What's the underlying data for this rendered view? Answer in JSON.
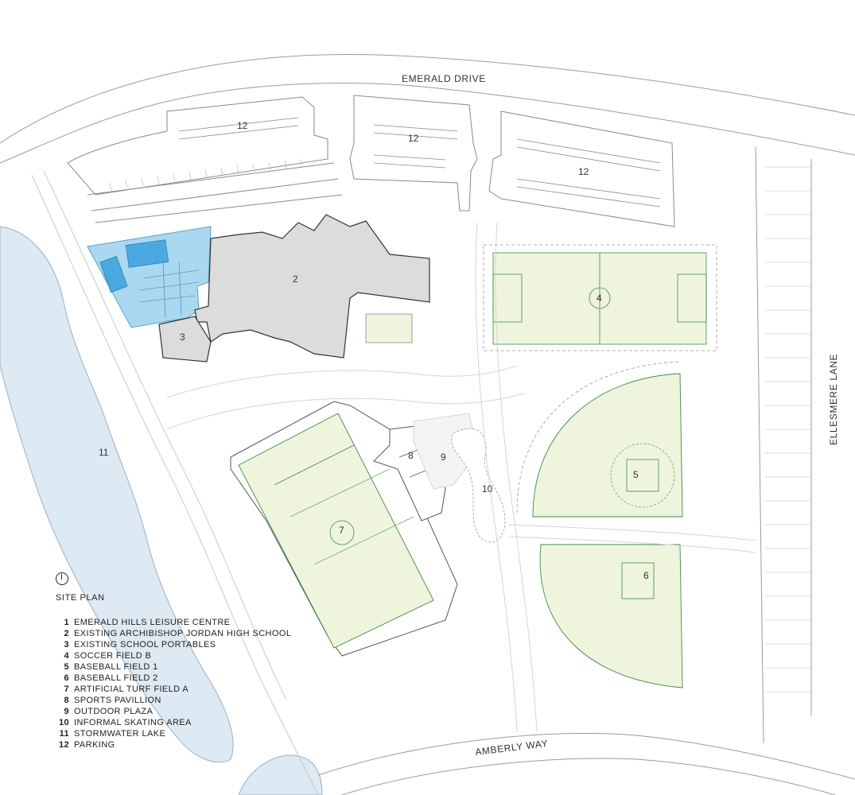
{
  "roads": {
    "north": "EMERALD DRIVE",
    "south": "AMBERLY WAY",
    "east": "ELLESMERE LANE"
  },
  "map_labels": {
    "parking_a": "12",
    "parking_b": "12",
    "parking_c": "12",
    "school": "2",
    "portables": "3",
    "soccer_b": "4",
    "baseball_1": "5",
    "baseball_2": "6",
    "turf_a": "7",
    "pavilion": "8",
    "plaza": "9",
    "skating": "10",
    "lake": "11"
  },
  "legend": {
    "title": "SITE PLAN",
    "items": [
      {
        "num": "1",
        "label": "EMERALD HILLS LEISURE CENTRE"
      },
      {
        "num": "2",
        "label": "EXISTING ARCHIBISHOP JORDAN HIGH SCHOOL"
      },
      {
        "num": "3",
        "label": "EXISTING SCHOOL PORTABLES"
      },
      {
        "num": "4",
        "label": "SOCCER FIELD B"
      },
      {
        "num": "5",
        "label": "BASEBALL FIELD 1"
      },
      {
        "num": "6",
        "label": "BASEBALL FIELD 2"
      },
      {
        "num": "7",
        "label": "ARTIFICIAL TURF FIELD A"
      },
      {
        "num": "8",
        "label": "SPORTS PAVILLION"
      },
      {
        "num": "9",
        "label": "OUTDOOR PLAZA"
      },
      {
        "num": "10",
        "label": "INFORMAL SKATING AREA"
      },
      {
        "num": "11",
        "label": "STORMWATER LAKE"
      },
      {
        "num": "12",
        "label": "PARKING"
      }
    ]
  },
  "colors": {
    "field_fill": "#eef5dc",
    "field_line": "#3f8a4e",
    "leisure_centre": "#a9d8f0",
    "pool": "#4aa9e0",
    "school": "#dcdcdc",
    "lake": "#dde9f3",
    "road_line": "#9a9a9a"
  }
}
